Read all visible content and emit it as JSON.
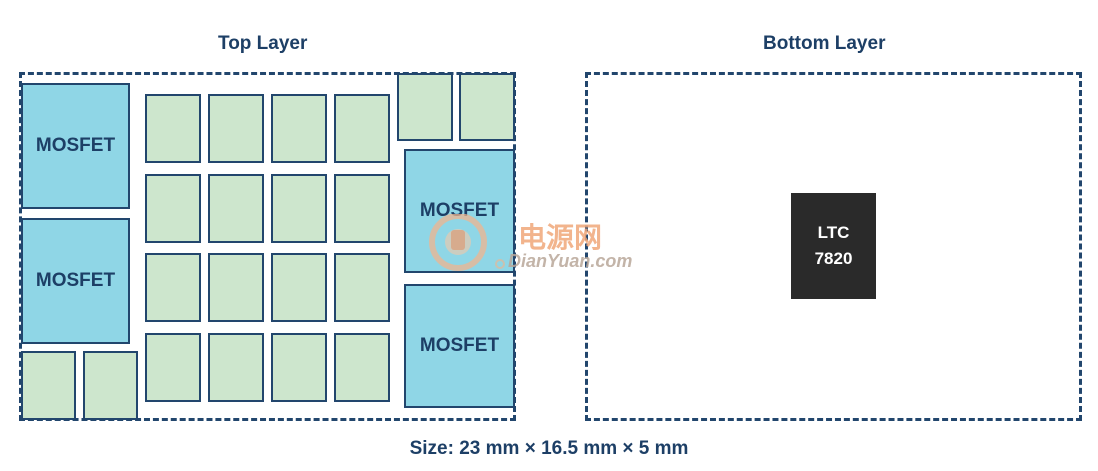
{
  "diagram": {
    "top_layer": {
      "title": "Top Layer",
      "mosfet_label": "MOSFET"
    },
    "bottom_layer": {
      "title": "Bottom Layer",
      "chip": {
        "line1": "LTC",
        "line2": "7820"
      }
    },
    "size_caption": "Size: 23 mm × 16.5 mm × 5 mm",
    "colors": {
      "outline": "#22466d",
      "text": "#1d3f66",
      "mosfet_fill": "#8fd6e6",
      "passive_fill": "#cde6cd",
      "chip_fill": "#2a2a2a"
    }
  },
  "watermark": {
    "chinese": "电源网",
    "english": "DianYuan.com"
  }
}
